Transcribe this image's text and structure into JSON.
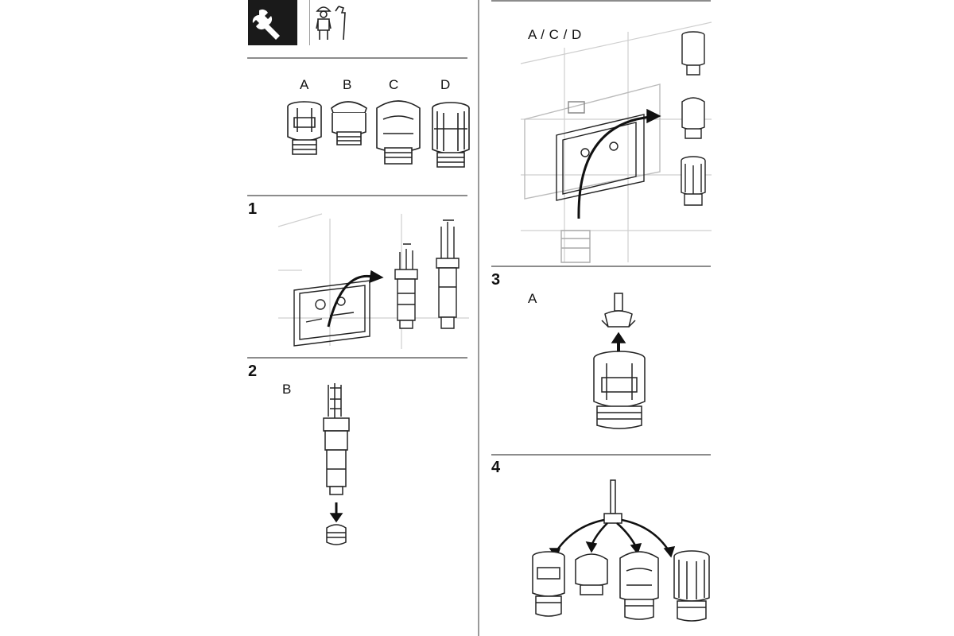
{
  "header": {
    "tool_icon": "wrench-icon",
    "installer_icon": "plumber-with-wrench-icon"
  },
  "variants": {
    "labels": [
      "A",
      "B",
      "C",
      "D"
    ]
  },
  "steps": [
    {
      "number": "1",
      "label": ""
    },
    {
      "number": "2",
      "label": "B"
    },
    {
      "number": "3",
      "label": "A"
    },
    {
      "number": "4",
      "label": ""
    }
  ],
  "right_panel": {
    "label": "A / C / D"
  },
  "colors": {
    "dark": "#1a1a1a",
    "line": "#8c8c8c",
    "drawing": "#333333",
    "tile": "#cfcfcf"
  }
}
